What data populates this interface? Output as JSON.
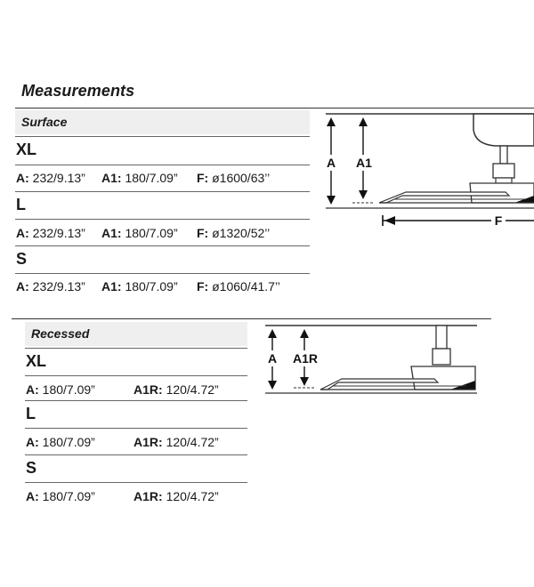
{
  "title": "Measurements",
  "surface": {
    "heading": "Surface",
    "sizes": [
      {
        "size": "XL",
        "dims": [
          {
            "label": "A:",
            "value": "232/9.13”"
          },
          {
            "label": "A1:",
            "value": "180/7.09”"
          },
          {
            "label": "F:",
            "value": "ø1600/63’’"
          }
        ]
      },
      {
        "size": "L",
        "dims": [
          {
            "label": "A:",
            "value": "232/9.13”"
          },
          {
            "label": "A1:",
            "value": "180/7.09”"
          },
          {
            "label": "F:",
            "value": "ø1320/52’’"
          }
        ]
      },
      {
        "size": "S",
        "dims": [
          {
            "label": "A:",
            "value": "232/9.13”"
          },
          {
            "label": "A1:",
            "value": "180/7.09”"
          },
          {
            "label": "F:",
            "value": "ø1060/41.7’’"
          }
        ]
      }
    ],
    "diagram_labels": {
      "a": "A",
      "a1": "A1",
      "f": "F"
    }
  },
  "recessed": {
    "heading": "Recessed",
    "sizes": [
      {
        "size": "XL",
        "dims": [
          {
            "label": "A:",
            "value": "180/7.09”"
          },
          {
            "label": "A1R:",
            "value": "120/4.72”"
          }
        ]
      },
      {
        "size": "L",
        "dims": [
          {
            "label": "A:",
            "value": "180/7.09”"
          },
          {
            "label": "A1R:",
            "value": "120/4.72”"
          }
        ]
      },
      {
        "size": "S",
        "dims": [
          {
            "label": "A:",
            "value": "180/7.09”"
          },
          {
            "label": "A1R:",
            "value": "120/4.72”"
          }
        ]
      }
    ],
    "diagram_labels": {
      "a": "A",
      "a1r": "A1R"
    }
  }
}
